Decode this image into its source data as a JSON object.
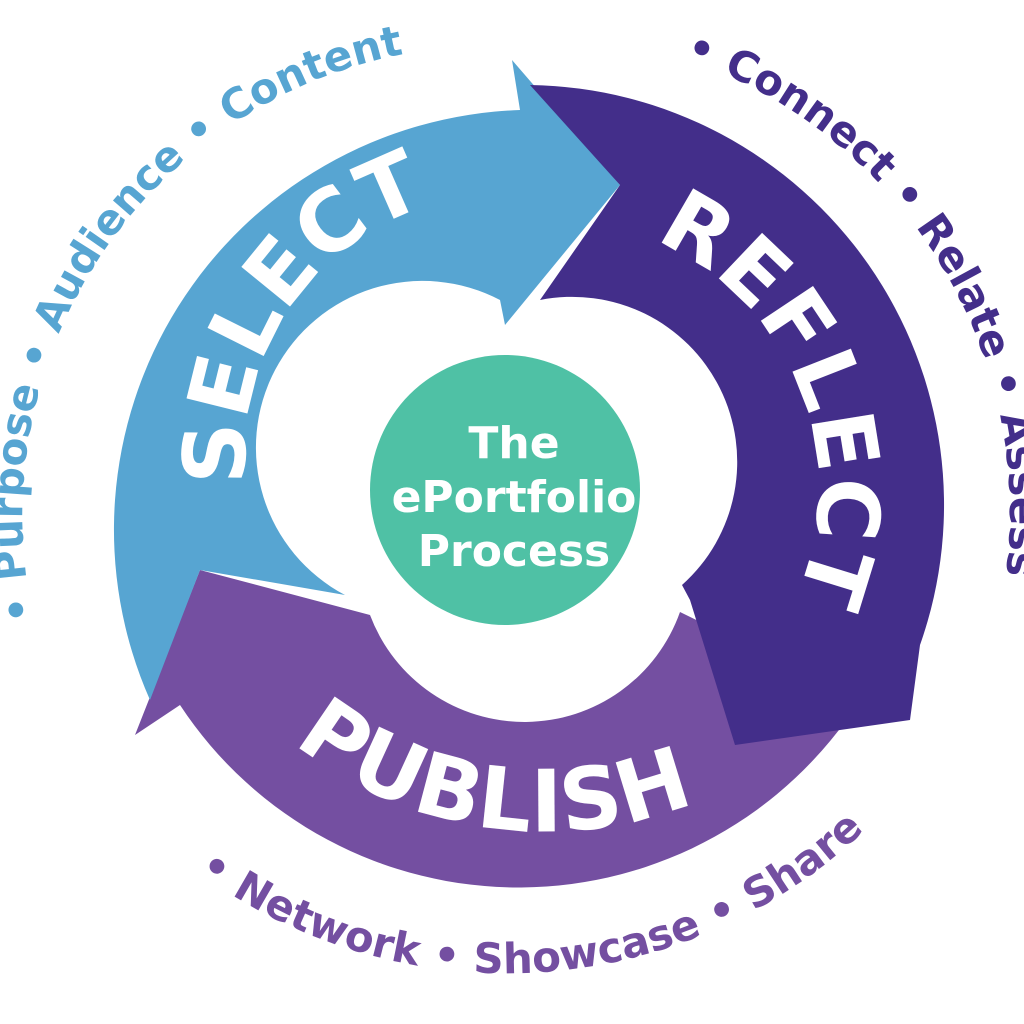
{
  "colors": {
    "select": "#57a5d2",
    "reflect": "#432e8a",
    "publish": "#744fa1",
    "center": "#4fc1a5",
    "background": "#ffffff",
    "stage_text": "#ffffff"
  },
  "center": {
    "line1": "The",
    "line2": "ePortfolio",
    "line3": "Process"
  },
  "stages": {
    "select": {
      "label": "SELECT",
      "items": [
        "Purpose",
        "Audience",
        "Content"
      ]
    },
    "reflect": {
      "label": "REFLECT",
      "items": [
        "Connect",
        "Relate",
        "Assess"
      ]
    },
    "publish": {
      "label": "PUBLISH",
      "items": [
        "Network",
        "Showcase",
        "Share"
      ]
    }
  },
  "bullet": "•"
}
